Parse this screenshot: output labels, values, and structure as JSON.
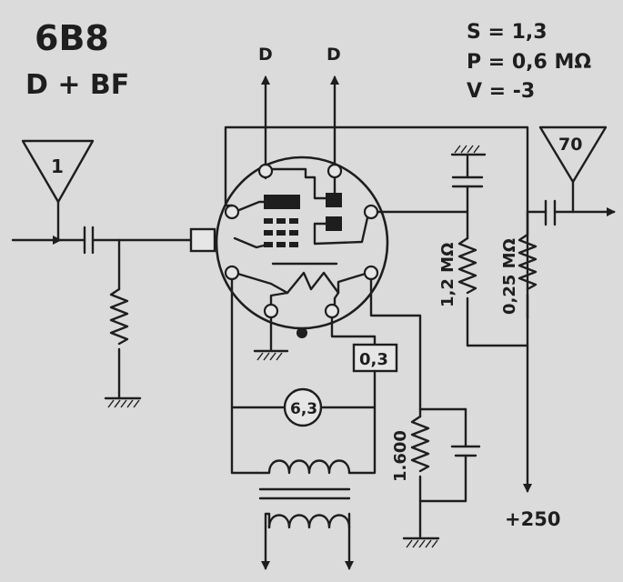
{
  "tube": {
    "type": "6B8",
    "function": "D + BF"
  },
  "params": {
    "s": "S = 1,3",
    "p": "P = 0,6 MΩ",
    "v": "V = -3"
  },
  "labels": {
    "input_terminal": "1",
    "output_terminal": "70",
    "diode_left": "D",
    "diode_right": "D",
    "r_plate": "1,2 MΩ",
    "r_output": "0,25 MΩ",
    "cathode_r": "1.600",
    "filament_current": "0,3",
    "heater_voltage": "6,3",
    "supply": "+250"
  }
}
